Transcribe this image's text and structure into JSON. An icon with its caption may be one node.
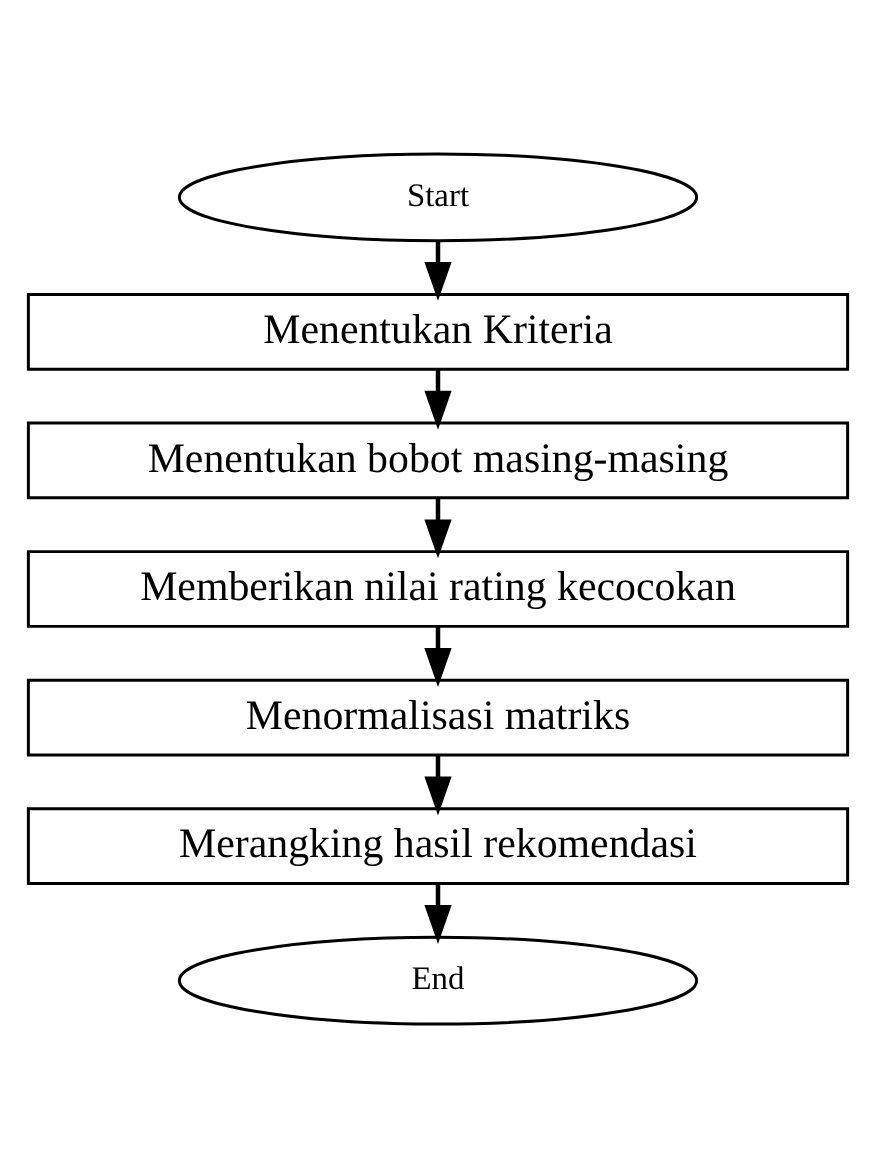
{
  "diagram": {
    "nodes": [
      {
        "text": [
          "Start"
        ]
      },
      {
        "text": [
          "Menentukan Kriteria"
        ]
      },
      {
        "text": [
          "Menentukan bobot masing-masing"
        ]
      },
      {
        "text": [
          "Memberikan nilai rating kecocokan"
        ]
      },
      {
        "text": [
          "Menormalisasi matriks"
        ]
      },
      {
        "text": [
          "Merangking hasil rekomendasi"
        ]
      },
      {
        "text": [
          "End"
        ]
      }
    ],
    "edges": [
      {
        "from": 0,
        "to": 1,
        "arrow": "to"
      },
      {
        "from": 1,
        "to": 2,
        "arrow": "to"
      },
      {
        "from": 2,
        "to": 3,
        "arrow": "to"
      },
      {
        "from": 3,
        "to": 4,
        "arrow": "to"
      },
      {
        "from": 4,
        "to": 5,
        "arrow": "to"
      },
      {
        "from": 5,
        "to": 6,
        "arrow": "to"
      }
    ]
  }
}
